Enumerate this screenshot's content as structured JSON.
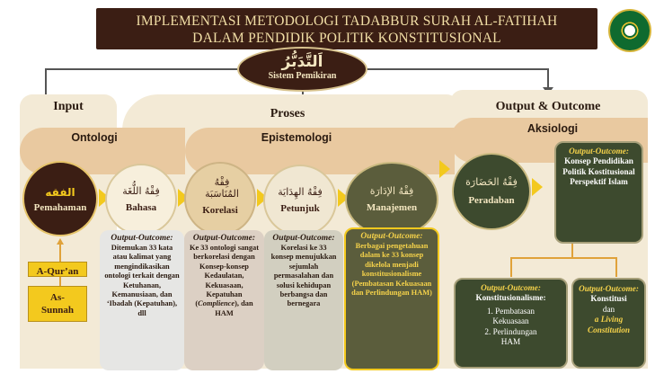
{
  "title": {
    "line1": "IMPLEMENTASI METODOLOGI TADABBUR SURAH AL-FATIHAH",
    "line2": "DALAM PENDIDIK POLITIK KONSTITUSIONAL"
  },
  "system": {
    "arabic": "اَلتَّدَبُّرُ",
    "label": "Sistem Pemikiran"
  },
  "sections": {
    "input": "Input",
    "proses": "Proses",
    "output": "Output & Outcome"
  },
  "bands": {
    "ontologi": "Ontologi",
    "epistemologi": "Epistemologi",
    "aksiologi": "Aksiologi"
  },
  "nodes": {
    "pemahaman": {
      "arabic": "الفقه",
      "label": "Pemahaman"
    },
    "bahasa": {
      "arabic": "فِقْهُ اللُّغَة",
      "label": "Bahasa"
    },
    "korelasi": {
      "arabic": "فِقْهُ المُنَاسَبَة",
      "label": "Korelasi"
    },
    "petunjuk": {
      "arabic": "فِقْهُ الهِدَايَة",
      "label": "Petunjuk"
    },
    "manajemen": {
      "arabic": "فِقْهُ الإدَارَة",
      "label": "Manajemen"
    },
    "peradaban": {
      "arabic": "فِقْهُ الحَضَارَة",
      "label": "Peradaban"
    }
  },
  "sources": {
    "quran": "A-Qur’an",
    "sunnah_l1": "As-",
    "sunnah_l2": "Sunnah"
  },
  "outcomes": {
    "bahasa": {
      "head": "Output-Outcome:",
      "body": "Ditemukan 33 kata atau kalimat yang mengindikasikan ontologi terkait dengan Ketuhanan, Kemanusiaan, dan ‘Ibadah (Kepatuhan), dll"
    },
    "korelasi": {
      "head": "Output-Outcome:",
      "body1": "Ke 33 ontologi sangat berkorelasi dengan Konsep-konsep Kedaulatan, Kekuasaan, Kepatuhan (",
      "body_em": "Complience",
      "body2": "), dan HAM"
    },
    "petunjuk": {
      "head": "Output-Outcome:",
      "body": "Korelasi ke 33 konsep menujukkan sejumlah permasalahan dan solusi kehidupan berbangsa dan bernegara"
    },
    "manajemen": {
      "head": "Output-Outcome:",
      "body": "Berbagai pengetahuan dalam ke 33 konsep dikelola menjadi konstitusionalisme (Pembatasan Kekuasaan dan Perlindungan HAM)"
    },
    "konsep": {
      "head": "Output-Outcome:",
      "body": "Konsep Pendidikan Politik Kostitusional Perspektif Islam"
    },
    "konstitusionalisme": {
      "head": "Output-Outcome:",
      "title": "Konstitusionalisme:",
      "item1": "1. Pembatasan",
      "item1b": "Kekuasaan",
      "item2": "2. Perlindungan",
      "item2b": "HAM"
    },
    "konstitusi": {
      "head": "Output-Outcome:",
      "body1": "Konstitusi",
      "body2": "dan",
      "body3": "a Living Constitution"
    }
  }
}
